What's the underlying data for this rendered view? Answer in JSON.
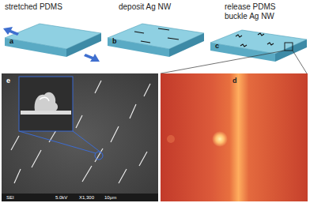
{
  "diagram": {
    "labels": [
      "stretched PDMS",
      "deposit Ag NW",
      "release PDMS",
      "buckle Ag NW",
      "a",
      "b",
      "c",
      "d",
      "e",
      "SEI",
      "5.0kV",
      "X1,300",
      "10μm"
    ]
  }
}
